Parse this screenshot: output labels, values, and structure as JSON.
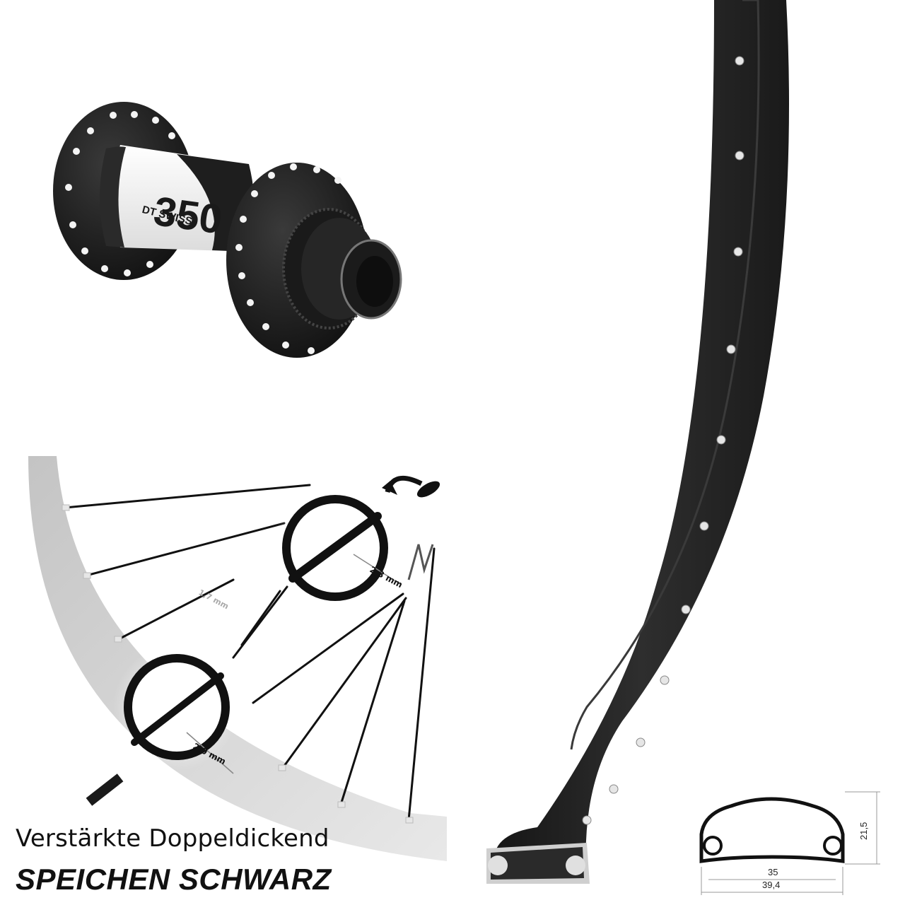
{
  "hub": {
    "model_number": "350",
    "brand": "DT SWISS"
  },
  "spokes": {
    "thickness_outer": "2,3 mm",
    "thickness_middle": "1,7 mm",
    "thickness_inner": "2,0 mm"
  },
  "rim_profile": {
    "height": "21,5",
    "inner_width": "35",
    "outer_width": "39,4"
  },
  "captions": {
    "line1": "Verstärkte Doppeldickend",
    "line2": "SPEICHEN SCHWARZ"
  },
  "colors": {
    "hub_black": "#1c1c1c",
    "hub_white": "#f2f2f2",
    "rim_black": "#222222",
    "rim_grey": "#c8c8c8"
  }
}
